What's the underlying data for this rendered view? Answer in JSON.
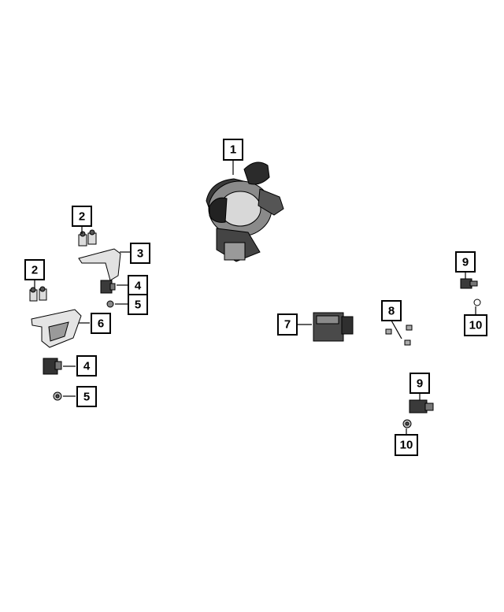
{
  "callouts": {
    "c1": "1",
    "c2a": "2",
    "c2b": "2",
    "c3": "3",
    "c4a": "4",
    "c4b": "4",
    "c5a": "5",
    "c5b": "5",
    "c6": "6",
    "c7": "7",
    "c8": "8",
    "c9a": "9",
    "c9b": "9",
    "c10a": "10",
    "c10b": "10"
  },
  "colors": {
    "ink": "#000000",
    "part_dark": "#2b2b2b",
    "part_mid": "#7a7a7a",
    "part_light": "#cfcfcf"
  }
}
